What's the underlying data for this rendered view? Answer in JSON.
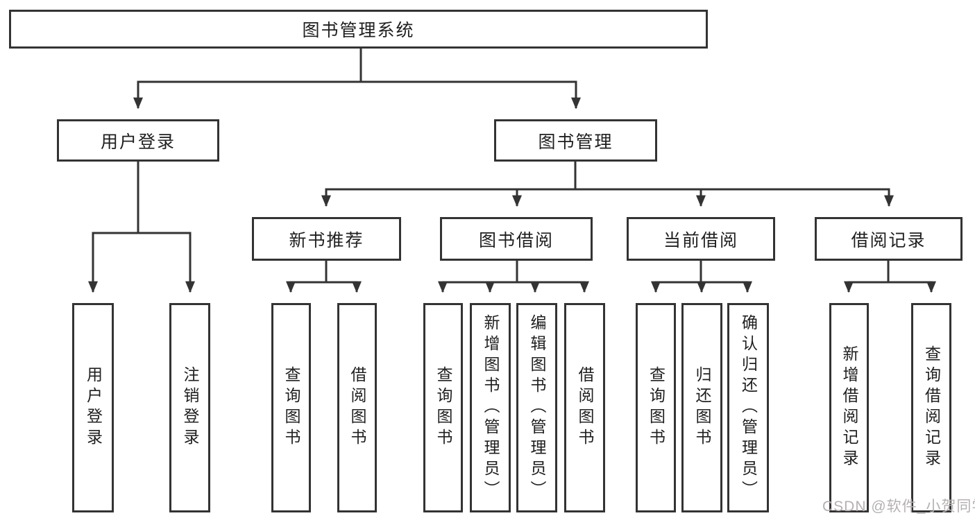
{
  "diagram": {
    "root": {
      "label": "图书管理系统"
    },
    "level2": [
      {
        "label": "用户登录",
        "children": [
          {
            "label": "用户登录"
          },
          {
            "label": "注销登录"
          }
        ]
      },
      {
        "label": "图书管理",
        "modules": [
          {
            "label": "新书推荐",
            "children": [
              {
                "label": "查询图书"
              },
              {
                "label": "借阅图书"
              }
            ]
          },
          {
            "label": "图书借阅",
            "children": [
              {
                "label": "查询图书"
              },
              {
                "label": "新增图书（管理员）"
              },
              {
                "label": "编辑图书（管理员）"
              },
              {
                "label": "借阅图书"
              }
            ]
          },
          {
            "label": "当前借阅",
            "children": [
              {
                "label": "查询图书"
              },
              {
                "label": "归还图书"
              },
              {
                "label": "确认归还（管理员）"
              }
            ]
          },
          {
            "label": "借阅记录",
            "children": [
              {
                "label": "新增借阅记录"
              },
              {
                "label": "查询借阅记录"
              }
            ]
          }
        ]
      }
    ]
  },
  "watermark": {
    "text": "CSDN @软件_小贺同学",
    "color": "#b5b0b0"
  },
  "colors": {
    "line": "#333333",
    "box_border": "#333333",
    "text": "#1f1f1f",
    "background": "#ffffff"
  }
}
